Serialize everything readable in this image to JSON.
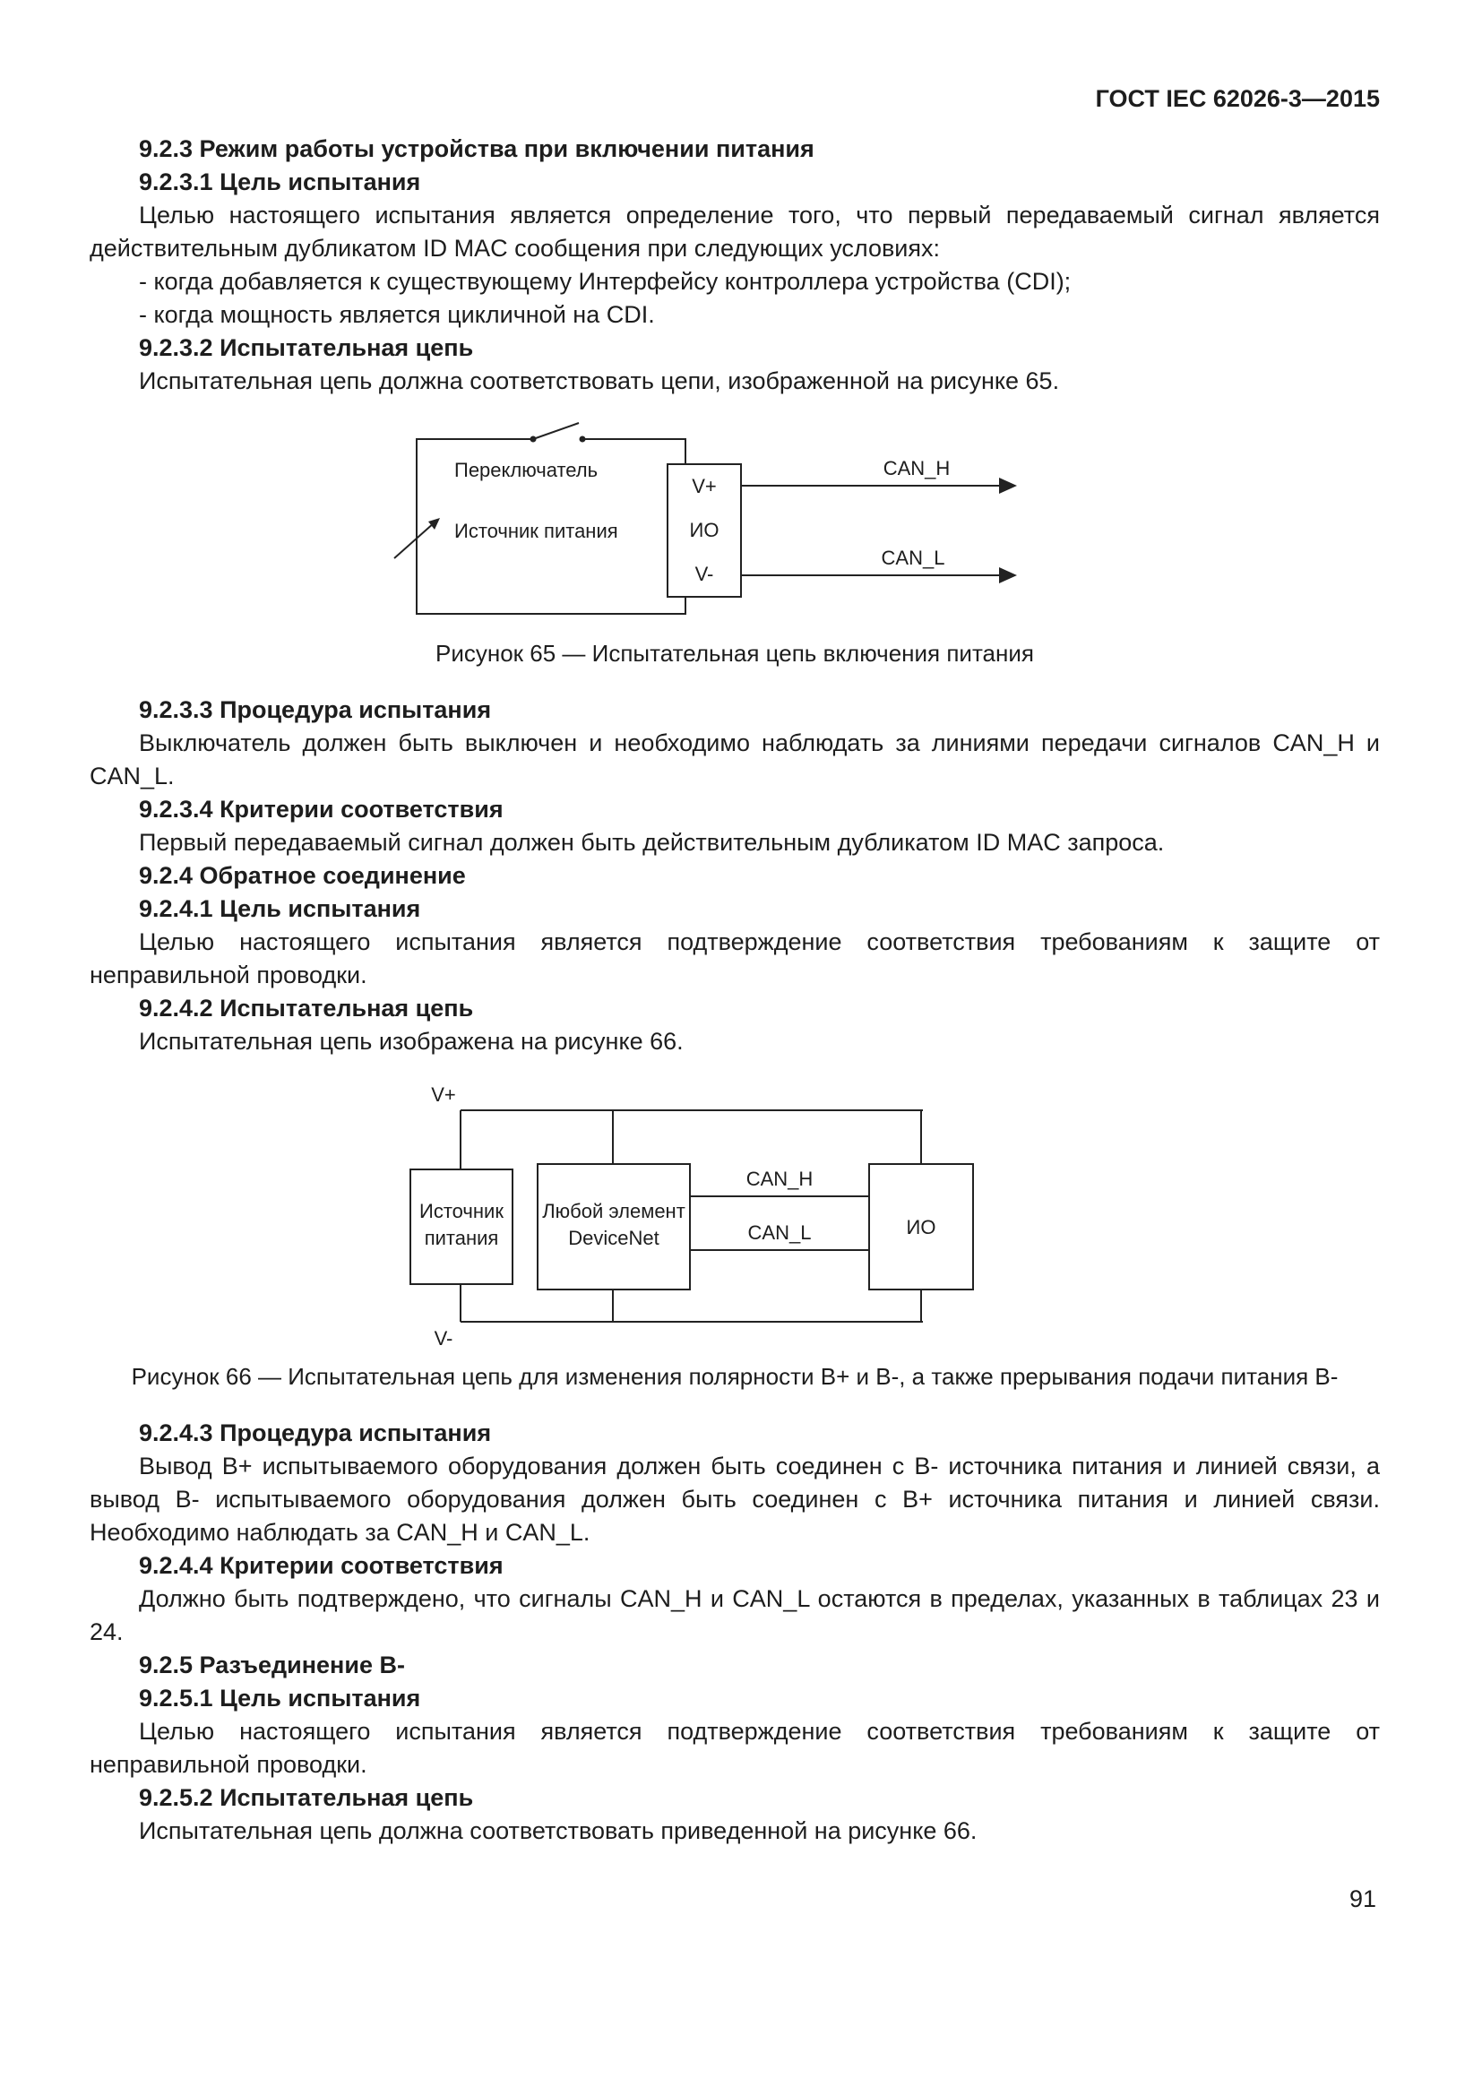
{
  "header": {
    "title": "ГОСТ IEC 62026-3—2015"
  },
  "blocks": [
    {
      "text": "9.2.3 Режим работы устройства при включении питания"
    },
    {
      "text": "9.2.3.1 Цель испытания"
    },
    {
      "text": "Целью настоящего испытания является определение того, что первый передаваемый сигнал является действительным дубликатом ID MAC сообщения при следующих условиях:"
    },
    {
      "text": "- когда добавляется к существующему Интерфейсу контроллера устройства (CDI);"
    },
    {
      "text": "- когда мощность является цикличной на CDI."
    },
    {
      "text": "9.2.3.2 Испытательная цепь"
    },
    {
      "text": "Испытательная цепь должна соответствовать цепи, изображенной на рисунке 65."
    },
    {
      "text": "Рисунок 65 — Испытательная цепь включения питания"
    },
    {
      "text": "9.2.3.3 Процедура испытания"
    },
    {
      "text": "Выключатель должен быть выключен и необходимо наблюдать за линиями передачи сигналов CAN_H и CAN_L."
    },
    {
      "text": "9.2.3.4 Критерии соответствия"
    },
    {
      "text": "Первый передаваемый сигнал должен быть действительным дубликатом ID MAC запроса."
    },
    {
      "text": "9.2.4 Обратное соединение"
    },
    {
      "text": "9.2.4.1 Цель испытания"
    },
    {
      "text": "Целью настоящего испытания является подтверждение соответствия требованиям к защите от неправильной проводки."
    },
    {
      "text": "9.2.4.2 Испытательная цепь"
    },
    {
      "text": "Испытательная цепь изображена на рисунке 66."
    },
    {
      "text": "Рисунок 66 — Испытательная цепь для изменения полярности В+ и В-, а также прерывания подачи питания В-"
    },
    {
      "text": "9.2.4.3 Процедура испытания"
    },
    {
      "text": "Вывод В+ испытываемого оборудования должен быть соединен с В- источника питания и линией связи, а вывод В- испытываемого оборудования должен быть соединен с В+ источника питания и линией связи. Необходимо наблюдать за CAN_H и CAN_L."
    },
    {
      "text": "9.2.4.4 Критерии соответствия"
    },
    {
      "text": "Должно быть подтверждено, что сигналы CAN_H и CAN_L остаются в пределах, указанных в таблицах 23 и 24."
    },
    {
      "text": "9.2.5 Разъединение В-"
    },
    {
      "text": "9.2.5.1 Цель испытания"
    },
    {
      "text": "Целью настоящего испытания является подтверждение соответствия требованиям к защите от неправильной проводки."
    },
    {
      "text": "9.2.5.2 Испытательная цепь"
    },
    {
      "text": "Испытательная цепь должна соответствовать приведенной на рисунке 66."
    }
  ],
  "figure65": {
    "switch_label": "Переключатель",
    "source_label": "Источник питания",
    "v_plus": "V+",
    "io": "ИО",
    "v_minus": "V-",
    "can_h": "CAN_H",
    "can_l": "CAN_L"
  },
  "figure66": {
    "v_plus": "V+",
    "v_minus": "V-",
    "source_l1": "Источник",
    "source_l2": "питания",
    "element_l1": "Любой элемент",
    "element_l2": "DeviceNet",
    "io": "ИО",
    "can_h": "CAN_H",
    "can_l": "CAN_L"
  },
  "footer": {
    "page_number": "91"
  }
}
